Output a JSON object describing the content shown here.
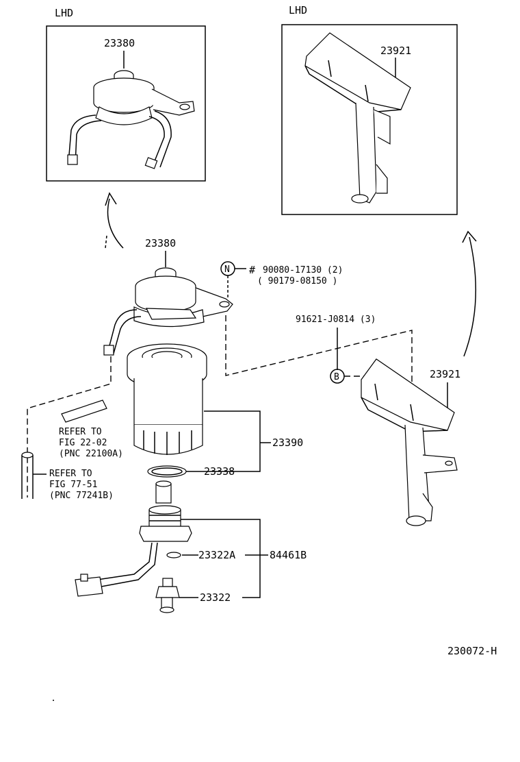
{
  "diagram": {
    "lhd_left": "LHD",
    "lhd_right": "LHD",
    "inset_left_part": "23380",
    "inset_right_part": "23921",
    "main_top_part": "23380",
    "circle_n": "N",
    "hash": "#",
    "bolt_primary": "90080-17130 (2)",
    "bolt_secondary": "( 90179-08150 )",
    "bolt_b": "91621-J0814 (3)",
    "circle_b": "B",
    "bracket_part": "23921",
    "ref1_line1": "REFER TO",
    "ref1_line2": "FIG 22-02",
    "ref1_line3": "(PNC 22100A)",
    "ref2_line1": "REFER TO",
    "ref2_line2": "FIG 77-51",
    "ref2_line3": "(PNC 77241B)",
    "filter_part": "23390",
    "oring_part": "23338",
    "small_oring_part": "23322A",
    "assembly_part": "84461B",
    "sensor_part": "23322",
    "figure_code": "230072-H"
  }
}
